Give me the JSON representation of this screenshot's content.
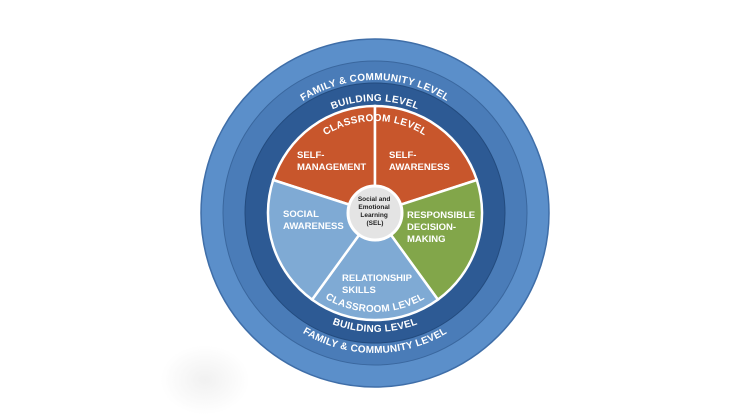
{
  "rings": {
    "family_top": "FAMILY & COMMUNITY LEVEL",
    "building_top": "BUILDING LEVEL",
    "classroom_top": "CLASSROOM LEVEL",
    "classroom_bottom": "CLASSROOM LEVEL",
    "building_bottom": "BUILDING LEVEL",
    "family_bottom": "FAMILY & COMMUNITY LEVEL"
  },
  "segments": {
    "self_management": [
      "SELF-",
      "MANAGEMENT"
    ],
    "self_awareness": [
      "SELF-",
      "AWARENESS"
    ],
    "responsible_decision_making": [
      "RESPONSIBLE",
      "DECISION-",
      "MAKING"
    ],
    "relationship_skills": [
      "RELATIONSHIP",
      "SKILLS"
    ],
    "social_awareness": [
      "SOCIAL",
      "AWARENESS"
    ]
  },
  "center": [
    "Social and",
    "Emotional",
    "Learning",
    "(SEL)"
  ],
  "colors": {
    "outer_ring": "#5b8fca",
    "building_ring": "#4a7cb8",
    "classroom_ring": "#2d5a94",
    "self_management": "#c8562c",
    "self_awareness": "#c8562c",
    "responsible_decision_making": "#82a64a",
    "relationship_skills": "#7faad4",
    "social_awareness": "#7faad4",
    "center": "#e4e4e4"
  }
}
